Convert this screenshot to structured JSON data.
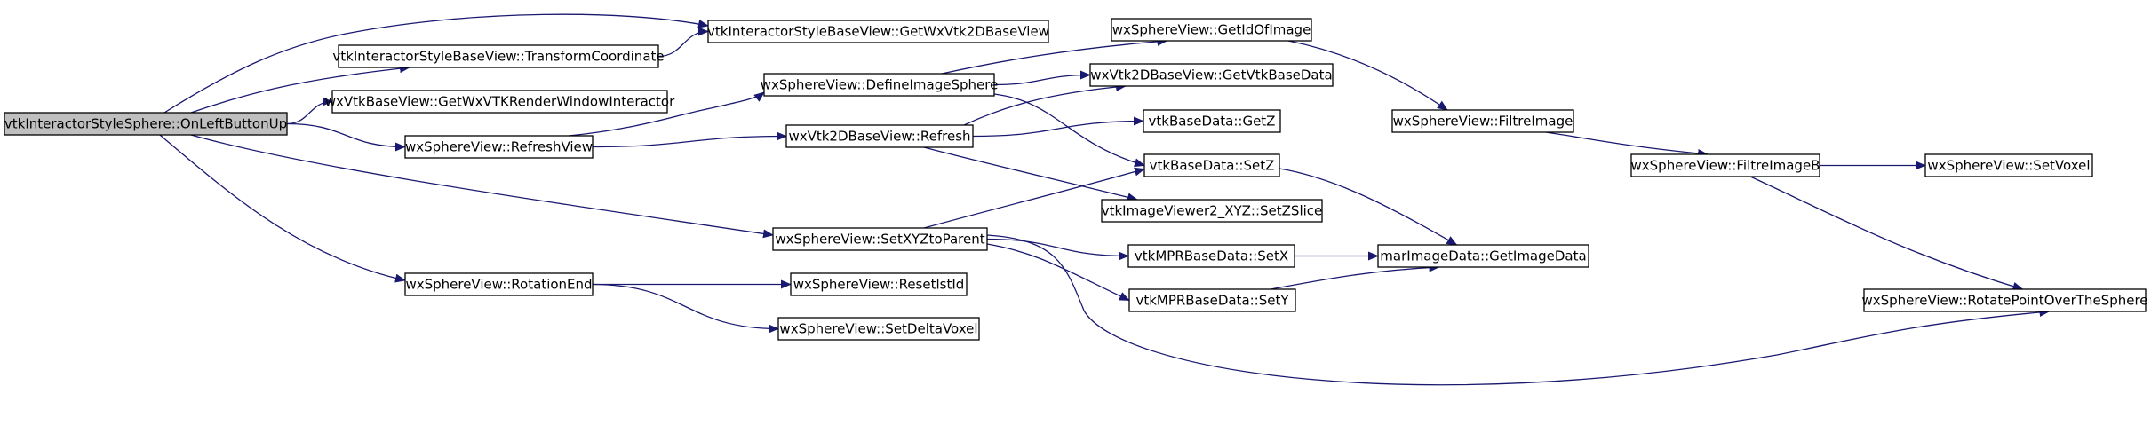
{
  "colors": {
    "edge": "#191970",
    "root_fill": "#bfbfbf",
    "node_fill": "#ffffff",
    "node_border": "#000000"
  },
  "nodes": [
    {
      "id": "root",
      "label": "vtkInteractorStyleSphere::OnLeftButtonUp",
      "root": true
    },
    {
      "id": "getwxvtk2d",
      "label": "vtkInteractorStyleBaseView::GetWxVtk2DBaseView"
    },
    {
      "id": "transform",
      "label": "vtkInteractorStyleBaseView::TransformCoordinate"
    },
    {
      "id": "renderwin",
      "label": "wxVtkBaseView::GetWxVTKRenderWindowInteractor"
    },
    {
      "id": "refreshview",
      "label": "wxSphereView::RefreshView"
    },
    {
      "id": "setxyz",
      "label": "wxSphereView::SetXYZtoParent"
    },
    {
      "id": "rotationend",
      "label": "wxSphereView::RotationEnd"
    },
    {
      "id": "defineimg",
      "label": "wxSphereView::DefineImageSphere"
    },
    {
      "id": "refresh",
      "label": "wxVtk2DBaseView::Refresh"
    },
    {
      "id": "resetlst",
      "label": "wxSphereView::ResetlstId"
    },
    {
      "id": "setdelta",
      "label": "wxSphereView::SetDeltaVoxel"
    },
    {
      "id": "getidof",
      "label": "wxSphereView::GetIdOfImage"
    },
    {
      "id": "getvtkbase",
      "label": "wxVtk2DBaseView::GetVtkBaseData"
    },
    {
      "id": "getz",
      "label": "vtkBaseData::GetZ"
    },
    {
      "id": "setz",
      "label": "vtkBaseData::SetZ"
    },
    {
      "id": "setzslice",
      "label": "vtkImageViewer2_XYZ::SetZSlice"
    },
    {
      "id": "mprsetx",
      "label": "vtkMPRBaseData::SetX"
    },
    {
      "id": "mprsety",
      "label": "vtkMPRBaseData::SetY"
    },
    {
      "id": "filtre",
      "label": "wxSphereView::FiltreImage"
    },
    {
      "id": "getimagedata",
      "label": "marImageData::GetImageData"
    },
    {
      "id": "filtreb",
      "label": "wxSphereView::FiltreImageB"
    },
    {
      "id": "setvoxel",
      "label": "wxSphereView::SetVoxel"
    },
    {
      "id": "rotatepoint",
      "label": "wxSphereView::RotatePointOverTheSphere"
    }
  ],
  "edges": [
    [
      "root",
      "getwxvtk2d"
    ],
    [
      "root",
      "transform"
    ],
    [
      "root",
      "renderwin"
    ],
    [
      "root",
      "refreshview"
    ],
    [
      "root",
      "setxyz"
    ],
    [
      "root",
      "rotationend"
    ],
    [
      "transform",
      "getwxvtk2d"
    ],
    [
      "refreshview",
      "defineimg"
    ],
    [
      "refreshview",
      "refresh"
    ],
    [
      "defineimg",
      "getidof"
    ],
    [
      "defineimg",
      "getvtkbase"
    ],
    [
      "defineimg",
      "setz"
    ],
    [
      "refresh",
      "getvtkbase"
    ],
    [
      "refresh",
      "getz"
    ],
    [
      "refresh",
      "setzslice"
    ],
    [
      "setxyz",
      "setz"
    ],
    [
      "setxyz",
      "mprsetx"
    ],
    [
      "setxyz",
      "mprsety"
    ],
    [
      "setxyz",
      "rotatepoint"
    ],
    [
      "rotationend",
      "resetlst"
    ],
    [
      "rotationend",
      "setdelta"
    ],
    [
      "getidof",
      "filtre"
    ],
    [
      "filtre",
      "filtreb"
    ],
    [
      "filtreb",
      "setvoxel"
    ],
    [
      "filtreb",
      "rotatepoint"
    ],
    [
      "setz",
      "getimagedata"
    ],
    [
      "mprsetx",
      "getimagedata"
    ],
    [
      "mprsety",
      "getimagedata"
    ]
  ]
}
